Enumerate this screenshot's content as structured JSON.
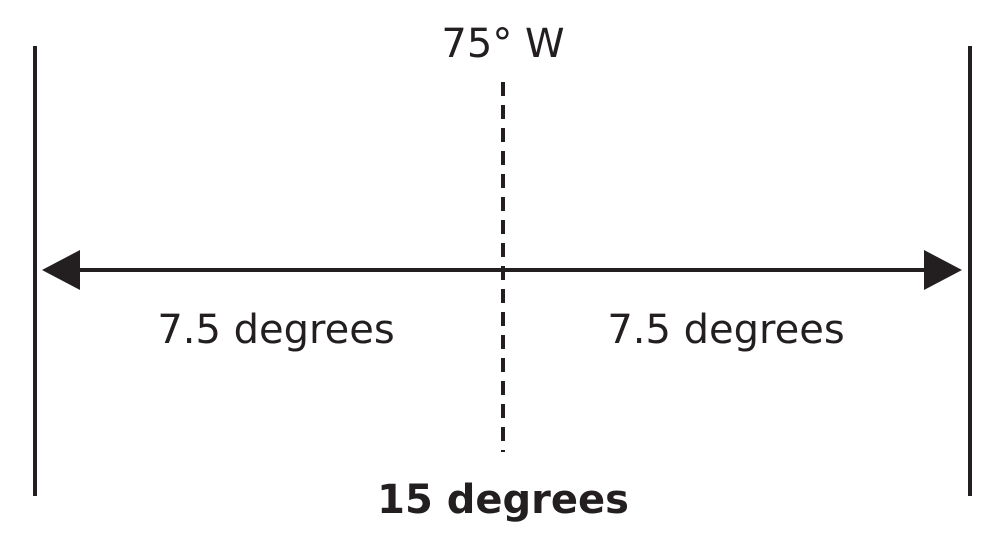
{
  "diagram": {
    "meridian_label": "75° W",
    "left_half_label": "7.5 degrees",
    "right_half_label": "7.5 degrees",
    "total_label": "15 degrees",
    "colors": {
      "ink": "#231f20",
      "background": "#ffffff"
    }
  }
}
